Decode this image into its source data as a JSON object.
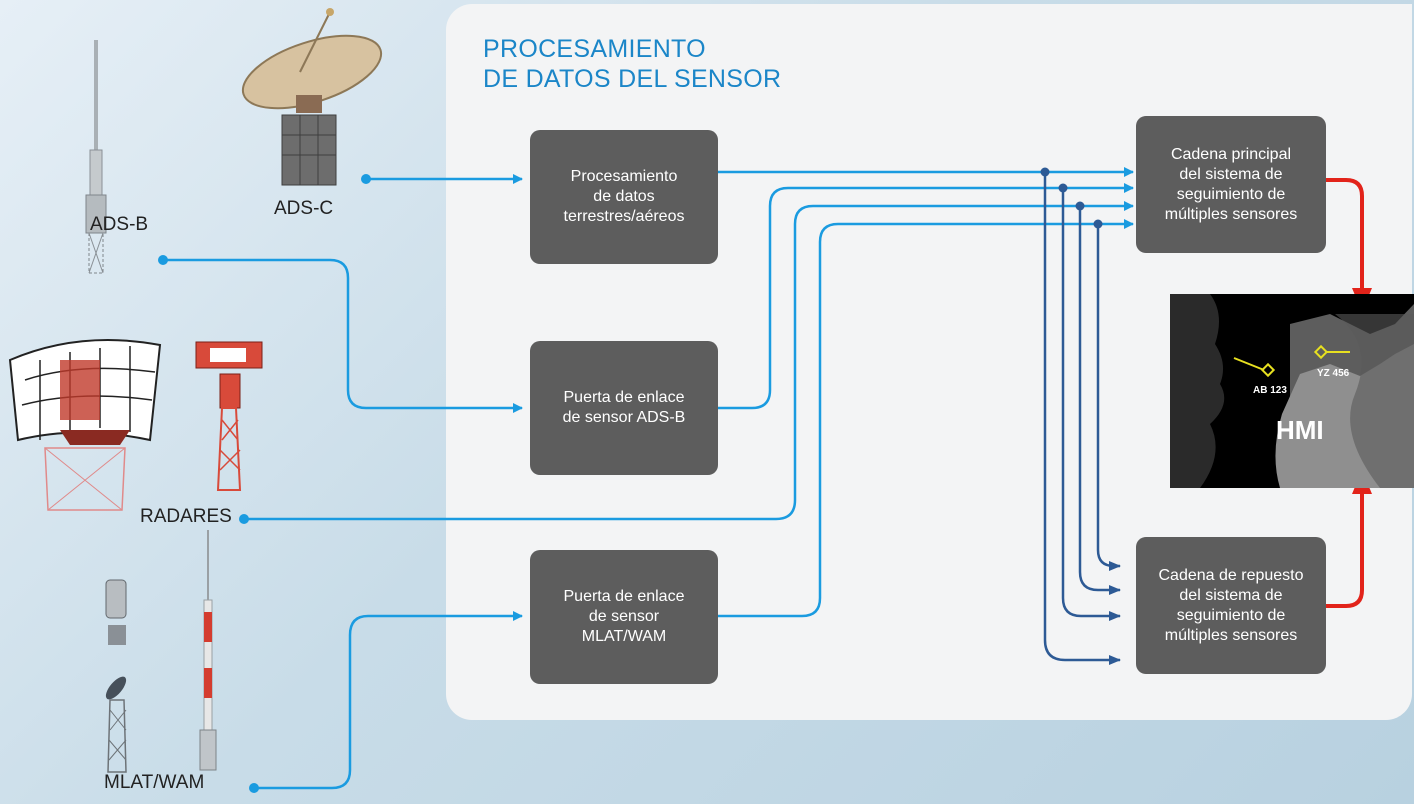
{
  "title": {
    "line1": "PROCESAMIENTO",
    "line2": "DE DATOS DEL SENSOR"
  },
  "sensors": {
    "adsb": "ADS-B",
    "adsc": "ADS-C",
    "radares": "RADARES",
    "mlat": "MLAT/WAM"
  },
  "boxes": {
    "proc_datos": "Procesamiento\nde datos\nterrestres/aéreos",
    "gw_adsb": "Puerta de enlace\nde sensor ADS-B",
    "gw_mlat": "Puerta de enlace\nde sensor\nMLAT/WAM",
    "cadena_principal": "Cadena principal\ndel sistema de\nseguimiento de\nmúltiples sensores",
    "cadena_repuesto": "Cadena de repuesto\ndel sistema de\nseguimiento de\nmúltiples sensores"
  },
  "hmi": {
    "label": "HMI",
    "flight1": "AB 123",
    "flight2": "YZ 456"
  },
  "colors": {
    "accent": "#1b86c8",
    "connector_light": "#1a9be0",
    "connector_dark": "#2d5a95",
    "output_red": "#e2231a",
    "box": "#5d5d5d"
  }
}
